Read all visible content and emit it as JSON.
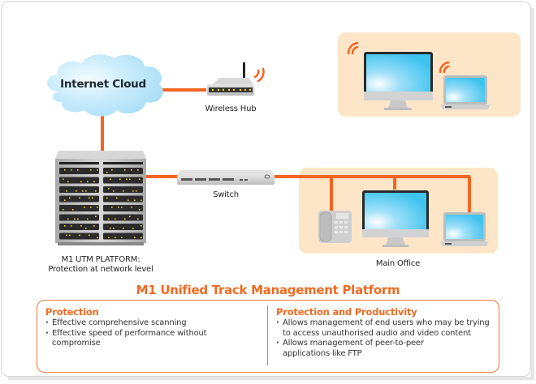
{
  "diagram": {
    "title": "M1 Unified Track Management Platform",
    "nodes": {
      "internet_cloud": {
        "label": "Internet Cloud"
      },
      "wireless_hub": {
        "label": "Wireless Hub"
      },
      "utm_platform": {
        "label_line1": "M1 UTM PLATFORM:",
        "label_line2": "Protection at network level"
      },
      "switch": {
        "label": "Switch"
      },
      "main_office": {
        "label": "Main Office"
      },
      "wireless_zone": {
        "label": ""
      }
    },
    "connections": [
      {
        "from": "internet_cloud",
        "to": "wireless_hub"
      },
      {
        "from": "internet_cloud",
        "to": "utm_platform"
      },
      {
        "from": "utm_platform",
        "to": "switch"
      },
      {
        "from": "switch",
        "to": "main_office"
      }
    ],
    "colors": {
      "accent": "#f06a21",
      "link": "#f26522",
      "zone_fill": "#fde6c8",
      "screen": "#47c6f0",
      "device_gray": "#c8c8c8"
    }
  },
  "info": {
    "left": {
      "heading": "Protection",
      "items": [
        "Effective comprehensive scanning",
        "Effective speed of performance without compromise"
      ]
    },
    "right": {
      "heading": "Protection and Productivity",
      "items": [
        "Allows management of end users who may be trying to access unauthorised audio and video content",
        "Allows management of peer-to-peer applications like FTP"
      ]
    }
  }
}
